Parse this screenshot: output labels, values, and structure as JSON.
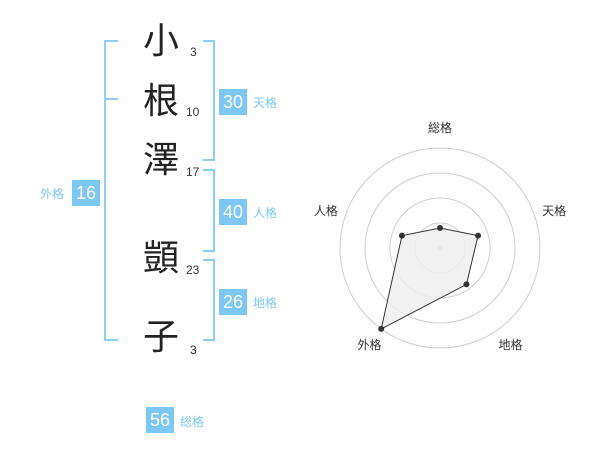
{
  "name": {
    "characters": [
      {
        "char": "小",
        "strokes": "3"
      },
      {
        "char": "根",
        "strokes": "10"
      },
      {
        "char": "澤",
        "strokes": "17"
      },
      {
        "char": "顗",
        "strokes": "23"
      },
      {
        "char": "子",
        "strokes": "3"
      }
    ]
  },
  "kaku": {
    "tenkaku": {
      "value": "30",
      "label": "天格"
    },
    "jinkaku": {
      "value": "40",
      "label": "人格"
    },
    "chikaku": {
      "value": "26",
      "label": "地格"
    },
    "gaikaku": {
      "value": "16",
      "label": "外格"
    },
    "soukaku": {
      "value": "56",
      "label": "総格"
    }
  },
  "radar": {
    "axes": [
      "総格",
      "天格",
      "地格",
      "外格",
      "人格"
    ],
    "values": [
      0.2,
      0.4,
      0.45,
      1.0,
      0.4
    ],
    "rings": 4
  },
  "colors": {
    "accent": "#7cc7f3",
    "bracket": "#8ccdf5",
    "label": "#7cc7f3",
    "grid": "#cfcfcf",
    "polygon_stroke": "#333333",
    "polygon_fill": "#eeeeee"
  }
}
